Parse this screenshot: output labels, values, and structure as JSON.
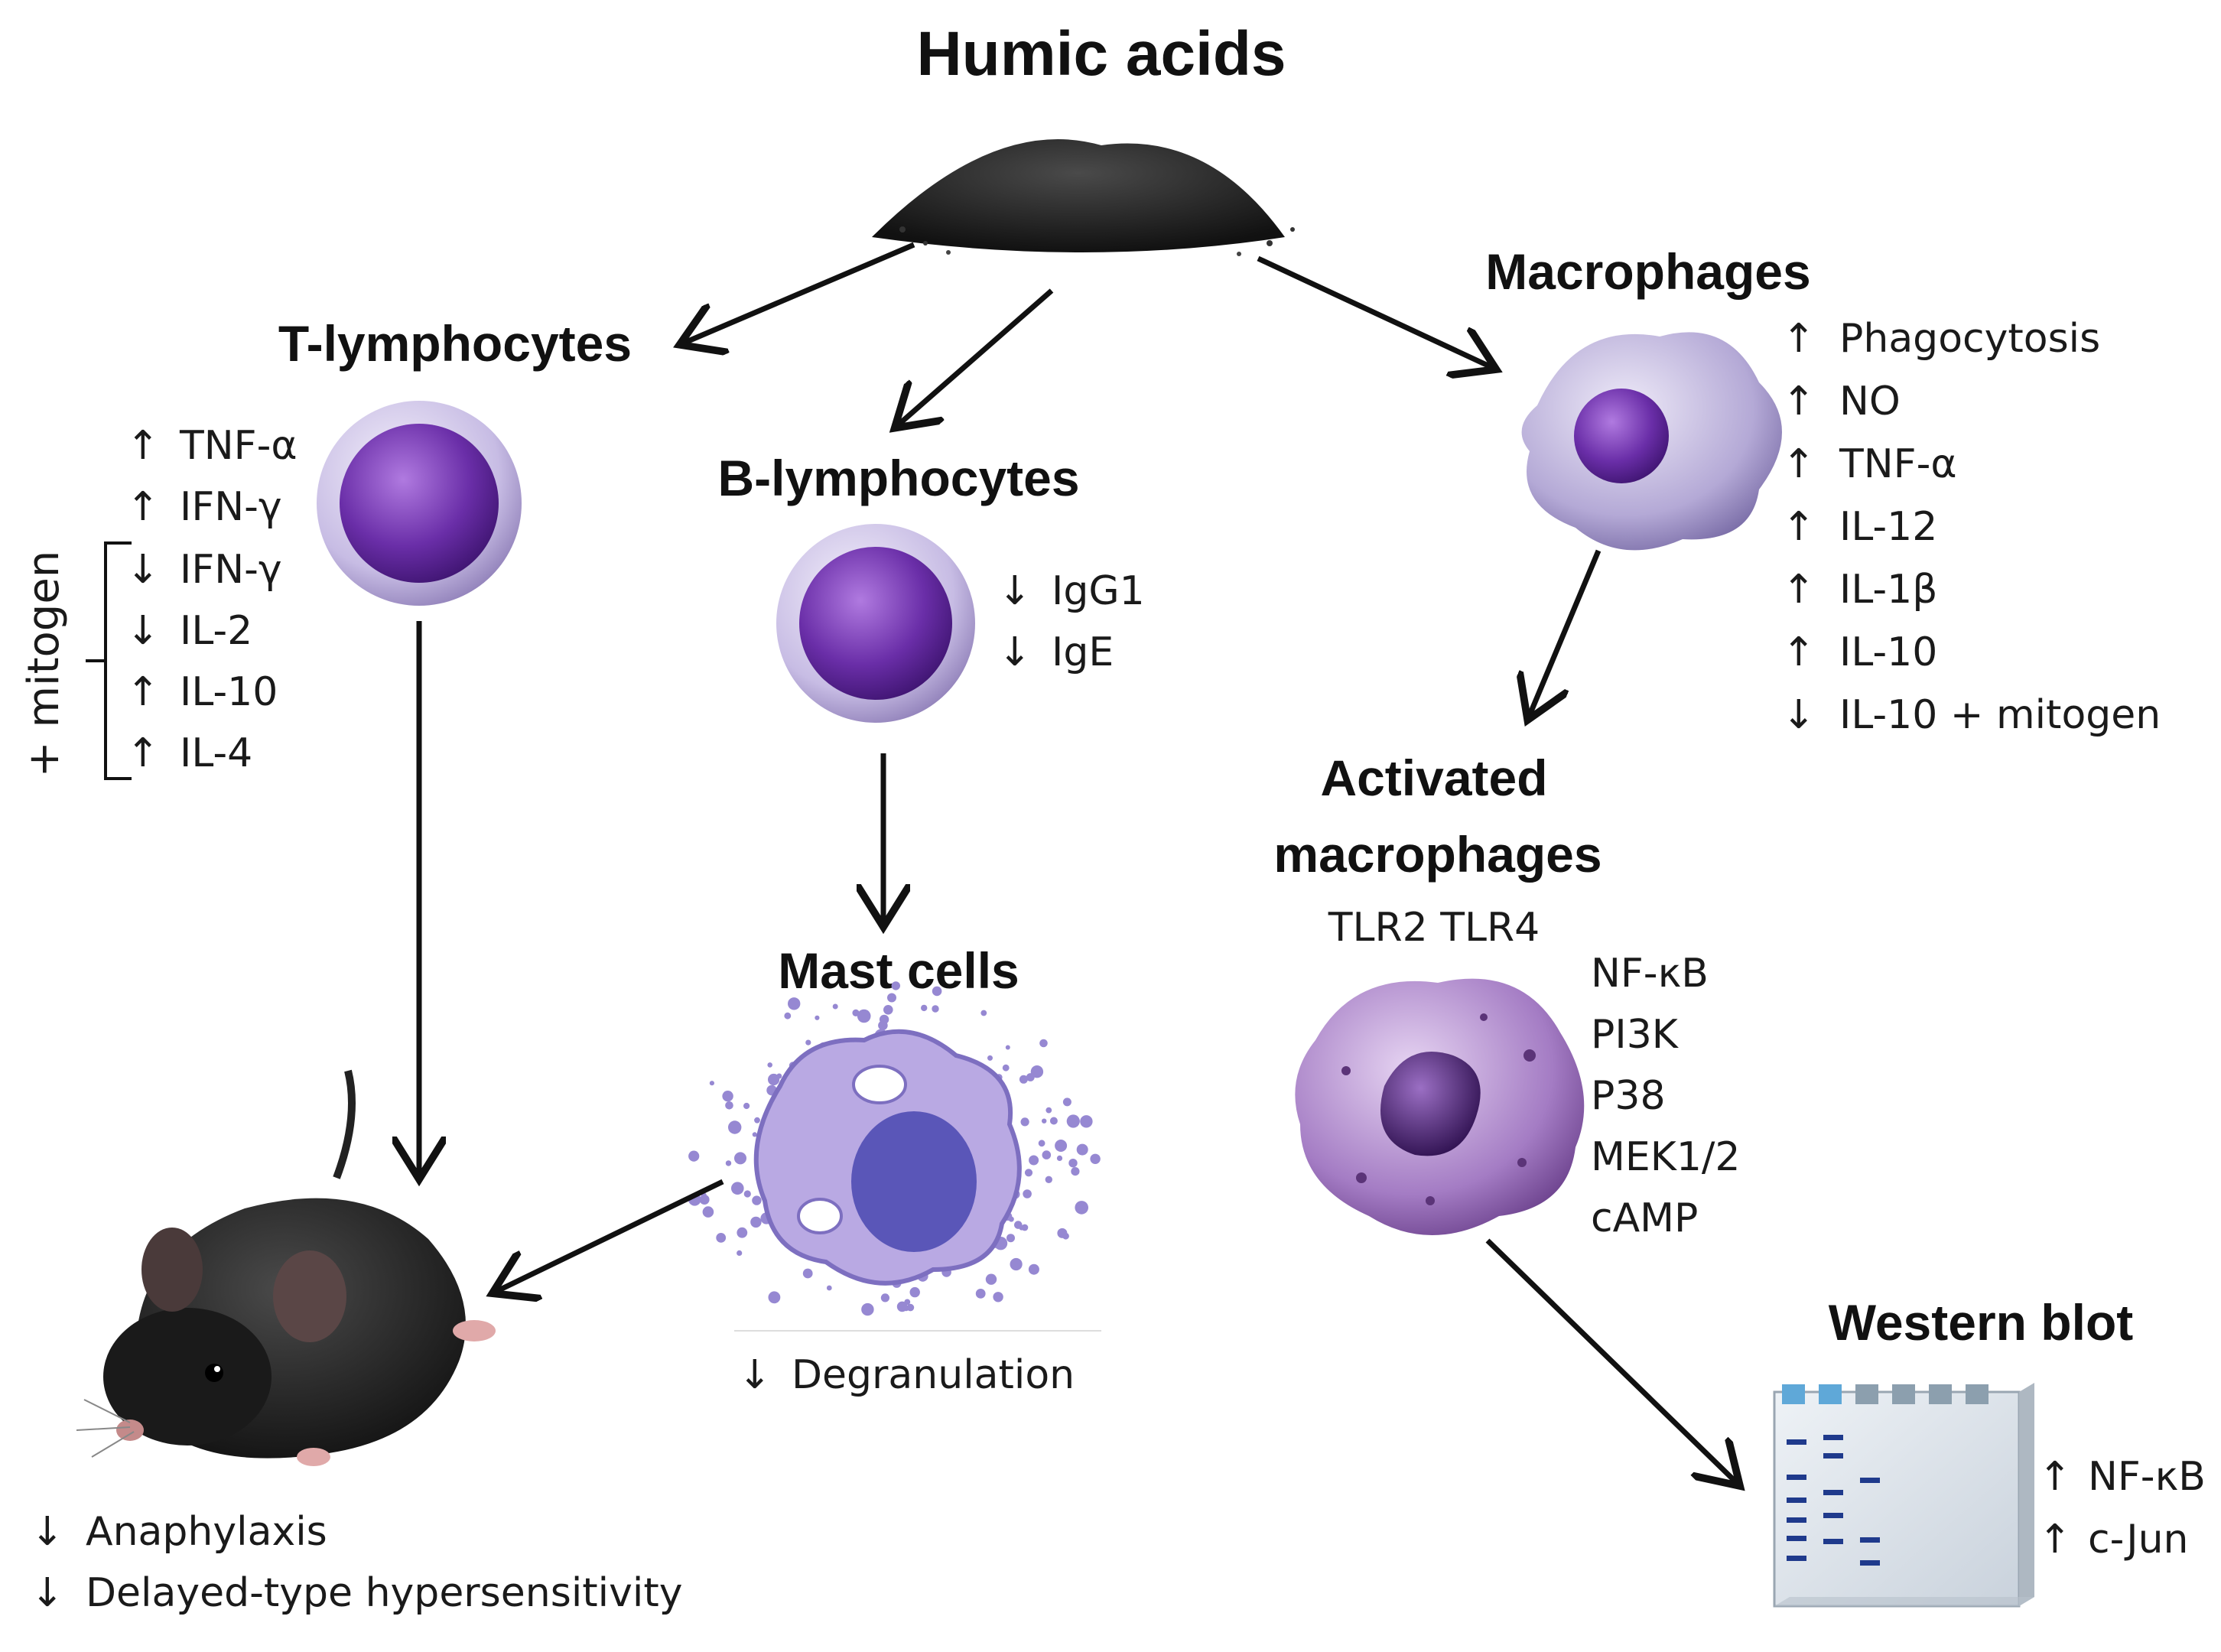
{
  "title": "Humic acids",
  "t_lymphocytes": {
    "label": "T-lymphocytes",
    "effects": [
      {
        "dir": "↑",
        "text": "TNF-α"
      },
      {
        "dir": "↑",
        "text": "IFN-γ"
      }
    ],
    "mitogen_label": "+ mitogen",
    "mitogen_effects": [
      {
        "dir": "↓",
        "text": "IFN-γ"
      },
      {
        "dir": "↓",
        "text": "IL-2"
      },
      {
        "dir": "↑",
        "text": "IL-10"
      },
      {
        "dir": "↑",
        "text": "IL-4"
      }
    ]
  },
  "b_lymphocytes": {
    "label": "B-lymphocytes",
    "effects": [
      {
        "dir": "↓",
        "text": "IgG1"
      },
      {
        "dir": "↓",
        "text": "IgE"
      }
    ]
  },
  "macrophages": {
    "label": "Macrophages",
    "effects": [
      {
        "dir": "↑",
        "text": "Phagocytosis"
      },
      {
        "dir": "↑",
        "text": "NO"
      },
      {
        "dir": "↑",
        "text": "TNF-α"
      },
      {
        "dir": "↑",
        "text": "IL-12"
      },
      {
        "dir": "↑",
        "text": "IL-1β"
      },
      {
        "dir": "↑",
        "text": "IL-10"
      },
      {
        "dir": "↓",
        "text": "IL-10 + mitogen"
      }
    ]
  },
  "mast_cells": {
    "label": "Mast cells",
    "effect": {
      "dir": "↓",
      "text": "Degranulation"
    }
  },
  "activated_macrophages": {
    "label_line1": "Activated",
    "label_line2": "macrophages",
    "receptors": "TLR2 TLR4",
    "pathways": [
      "NF-κB",
      "PI3K",
      "P38",
      "MEK1/2",
      "cAMP"
    ]
  },
  "mouse_outcomes": [
    {
      "dir": "↓",
      "text": "Anaphylaxis"
    },
    {
      "dir": "↓",
      "text": "Delayed-type hypersensitivity"
    }
  ],
  "western_blot": {
    "label": "Western blot",
    "effects": [
      {
        "dir": "↑",
        "text": "NF-κB"
      },
      {
        "dir": "↑",
        "text": "c-Jun"
      }
    ]
  },
  "colors": {
    "cell_purple": "#6a2ea8",
    "cell_ring": "#b8a8d8",
    "mast_fill": "#b9a9e3",
    "mast_nucleus": "#5a56b8",
    "blot_band": "#1f3a8c",
    "powder": "#2a2a2a"
  }
}
